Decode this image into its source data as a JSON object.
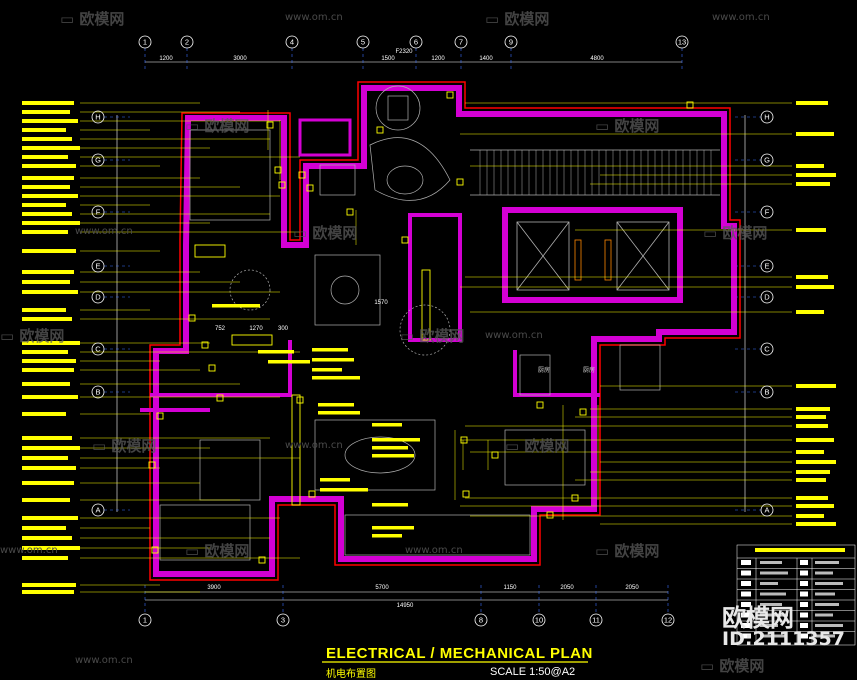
{
  "watermark": {
    "brand": "欧模网",
    "url": "www.om.cn"
  },
  "drawing": {
    "title": "ELECTRICAL / MECHANICAL PLAN",
    "subtitle": "机电布置图",
    "scale": "SCALE 1:50@A2"
  },
  "grid": {
    "top_axes": [
      "1",
      "2",
      "4",
      "5",
      "6",
      "7",
      "9",
      "13"
    ],
    "bottom_axes": [
      "1",
      "3",
      "8",
      "10",
      "11",
      "12"
    ],
    "rows": [
      "H",
      "G",
      "F",
      "E",
      "D",
      "C",
      "B",
      "A"
    ]
  },
  "dimensions": {
    "top": [
      "1200",
      "3000",
      "1500",
      "1200",
      "1400",
      "4800"
    ],
    "top_extra": "F2320",
    "bottom": [
      "3900",
      "5700",
      "1150",
      "2050",
      "2050"
    ],
    "bottom_total": "14950",
    "interior": [
      "1570",
      "752",
      "1270",
      "300"
    ]
  },
  "rooms": {
    "labels": [
      "厨房",
      "厨房"
    ]
  },
  "brand_overlay": {
    "name": "欧模网",
    "id": "ID:2111357"
  },
  "colors": {
    "background": "#000000",
    "wall": "#d400d4",
    "wall_outline": "#ff0000",
    "annotation": "#ffff00",
    "leader": "#ffff00",
    "furniture": "#b0b0b0",
    "dimension": "#ffffff",
    "axis": "#3a6eff",
    "watermark": "#5a5a5a"
  },
  "icons": {
    "watermark_logo": "sofa-icon"
  }
}
